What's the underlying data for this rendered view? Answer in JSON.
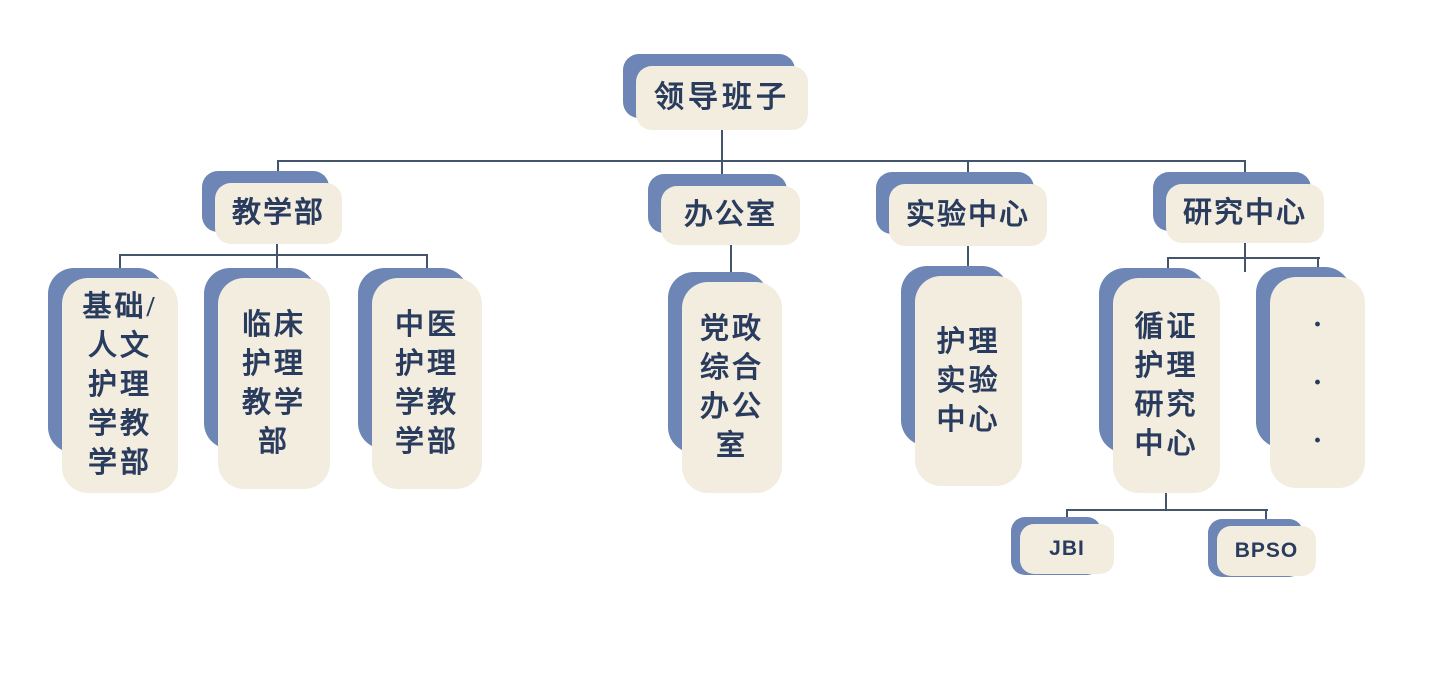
{
  "colors": {
    "shadow": "#6E86B5",
    "box": "#F3EDE0",
    "ink": "#2A3C5E",
    "line": "#44546A",
    "bg": "#FFFFFF"
  },
  "nodes": {
    "root": {
      "label": "领导班子"
    },
    "teaching": {
      "label": "教学部"
    },
    "office": {
      "label": "办公室"
    },
    "lab_center": {
      "label": "实验中心"
    },
    "research_center": {
      "label": "研究中心"
    },
    "basic_humanities": {
      "label": "基础/人文护理学教学部",
      "display": "基础/\n人文\n护理\n学教\n学部"
    },
    "clinical": {
      "label": "临床护理教学部",
      "display": "临床\n护理\n教学\n部"
    },
    "tcm": {
      "label": "中医护理学教学部",
      "display": "中医\n护理\n学教\n学部"
    },
    "party_admin": {
      "label": "党政综合办公室",
      "display": "党政\n综合\n办公\n室"
    },
    "nursing_lab": {
      "label": "护理实验中心",
      "display": "护理\n实验\n中心"
    },
    "ebn": {
      "label": "循证护理研究中心",
      "display": "循证\n护理\n研究\n中心"
    },
    "more": {
      "label": "···",
      "display": "·\n·\n·"
    },
    "jbi": {
      "label": "JBI"
    },
    "bpso": {
      "label": "BPSO"
    }
  },
  "tree": {
    "label": "领导班子",
    "children": [
      {
        "label": "教学部",
        "children": [
          {
            "label": "基础/人文护理学教学部"
          },
          {
            "label": "临床护理教学部"
          },
          {
            "label": "中医护理学教学部"
          }
        ]
      },
      {
        "label": "办公室",
        "children": [
          {
            "label": "党政综合办公室"
          }
        ]
      },
      {
        "label": "实验中心",
        "children": [
          {
            "label": "护理实验中心"
          }
        ]
      },
      {
        "label": "研究中心",
        "children": [
          {
            "label": "循证护理研究中心",
            "children": [
              {
                "label": "JBI"
              },
              {
                "label": "BPSO"
              }
            ]
          },
          {
            "label": "···"
          }
        ]
      }
    ]
  }
}
